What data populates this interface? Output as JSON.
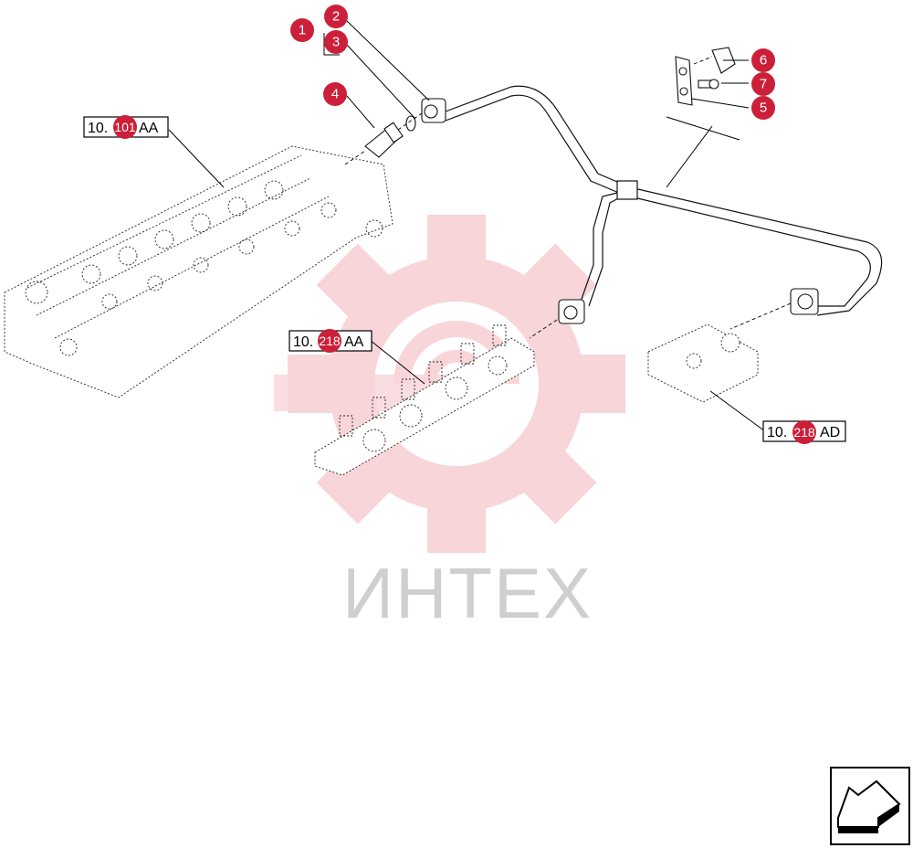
{
  "callouts": [
    {
      "id": "1",
      "label": "1"
    },
    {
      "id": "2",
      "label": "2"
    },
    {
      "id": "3",
      "label": "3"
    },
    {
      "id": "4",
      "label": "4"
    },
    {
      "id": "5",
      "label": "5"
    },
    {
      "id": "6",
      "label": "6"
    },
    {
      "id": "7",
      "label": "7"
    }
  ],
  "references": [
    {
      "prefix": "10.",
      "number": "101",
      "suffix": "AA"
    },
    {
      "prefix": "10.",
      "number": "218",
      "suffix": "AA"
    },
    {
      "prefix": "10.",
      "number": "218",
      "suffix": "AD"
    }
  ],
  "watermark": {
    "text": "ИНТЕХ",
    "color": "#f3c8cc"
  },
  "colors": {
    "callout": "#cc1f3a",
    "line": "#111111"
  },
  "nav_icon": "previous-page-arrow-icon"
}
